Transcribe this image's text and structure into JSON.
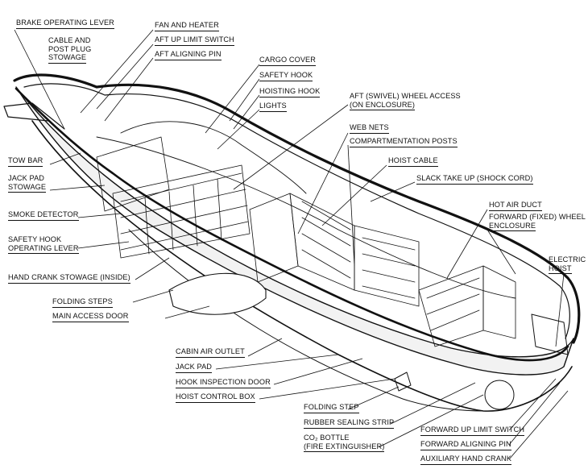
{
  "colors": {
    "ink": "#111111",
    "paper": "#ffffff",
    "hull_fill": "#f2f2f2"
  },
  "labels": {
    "brake_operating_lever": "BRAKE OPERATING LEVER",
    "cable_and_post_plug_stowage": [
      "CABLE AND",
      "POST PLUG",
      "STOWAGE"
    ],
    "fan_and_heater": "FAN AND HEATER",
    "aft_up_limit_switch": "AFT UP LIMIT SWITCH",
    "aft_aligning_pin": "AFT ALIGNING PIN",
    "cargo_cover": "CARGO COVER",
    "safety_hook": "SAFETY HOOK",
    "hoisting_hook": "HOISTING HOOK",
    "lights": "LIGHTS",
    "aft_swivel_wheel_access": [
      "AFT (SWIVEL) WHEEL ACCESS",
      "(ON ENCLOSURE)"
    ],
    "web_nets": "WEB NETS",
    "compartmentation_posts": "COMPARTMENTATION POSTS",
    "hoist_cable": "HOIST CABLE",
    "slack_take_up": "SLACK TAKE UP (SHOCK CORD)",
    "hot_air_duct": "HOT AIR DUCT",
    "forward_fixed_wheel_enclosure": [
      "FORWARD (FIXED) WHEEL",
      "ENCLOSURE"
    ],
    "electric_hoist": [
      "ELECTRIC",
      "HOIST"
    ],
    "tow_bar": "TOW BAR",
    "jack_pad_stowage": [
      "JACK PAD",
      "STOWAGE"
    ],
    "smoke_detector": "SMOKE DETECTOR",
    "safety_hook_operating_lever": [
      "SAFETY HOOK",
      "OPERATING LEVER"
    ],
    "hand_crank_stowage": "HAND CRANK STOWAGE (INSIDE)",
    "folding_steps": "FOLDING STEPS",
    "main_access_door": "MAIN ACCESS DOOR",
    "cabin_air_outlet": "CABIN AIR OUTLET",
    "jack_pad": "JACK PAD",
    "hook_inspection_door": "HOOK INSPECTION DOOR",
    "hoist_control_box": "HOIST CONTROL BOX",
    "folding_step": "FOLDING STEP",
    "rubber_sealing_strip": "RUBBER SEALING STRIP",
    "co2_bottle": [
      "CO₂ BOTTLE",
      "(FIRE EXTINGUISHER)"
    ],
    "forward_up_limit_switch": "FORWARD UP LIMIT SWITCH",
    "forward_aligning_pin": "FORWARD ALIGNING PIN",
    "auxiliary_hand_crank": "AUXILIARY HAND CRANK"
  }
}
